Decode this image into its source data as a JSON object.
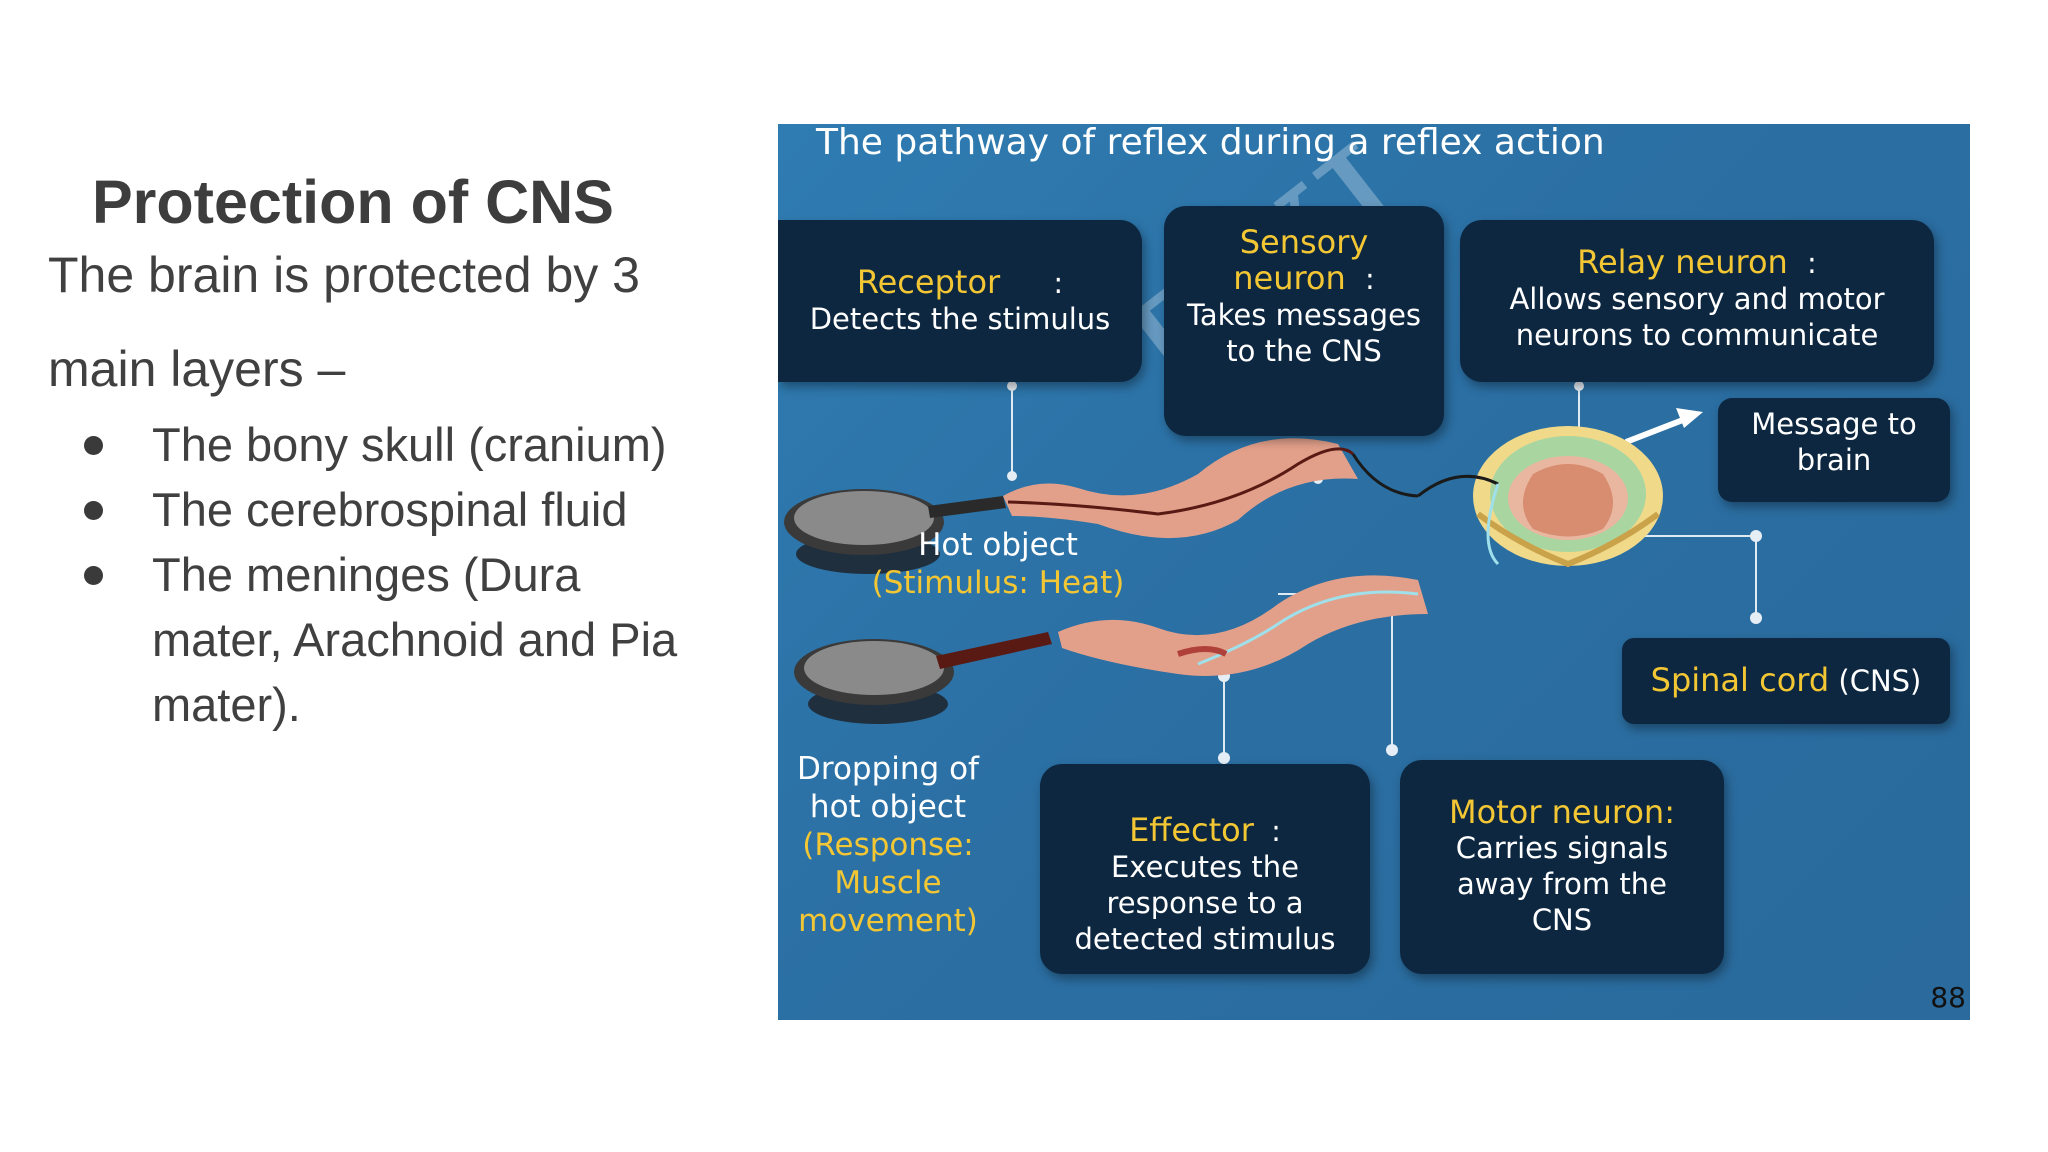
{
  "slide": {
    "title": "Protection of CNS",
    "intro": "The brain is protected by 3 main layers –",
    "bullets": [
      "The bony skull (cranium)",
      "The cerebrospinal fluid",
      "The meninges (Dura mater, Arachnoid and Pia mater)."
    ]
  },
  "figure": {
    "title": "The pathway of reflex during a reflex action",
    "watermark": "BYJ",
    "page_number": "88",
    "receptor": {
      "head": "Receptor",
      "colon": ":",
      "text": "Detects the stimulus"
    },
    "sensory": {
      "head1": "Sensory",
      "head2": "neuron",
      "colon": ":",
      "text": "Takes messages to the CNS"
    },
    "relay": {
      "head": "Relay neuron",
      "colon": ":",
      "text": "Allows sensory and motor neurons to communicate"
    },
    "message": {
      "text": "Message to brain"
    },
    "spinal": {
      "head": "Spinal cord",
      "text": "(CNS)"
    },
    "effector": {
      "head": "Effector",
      "colon": ":",
      "text": "Executes the response to a detected stimulus"
    },
    "motor": {
      "head": "Motor neuron:",
      "text": "Carries signals away from the CNS"
    },
    "hot_object": {
      "line1": "Hot object",
      "line2": "(Stimulus: Heat)"
    },
    "dropping": {
      "line1": "Dropping of hot object",
      "line2": "(Response: Muscle movement)"
    },
    "colors": {
      "background": "#2f7cb2",
      "box": "#0d2740",
      "highlight": "#f3c634"
    }
  }
}
